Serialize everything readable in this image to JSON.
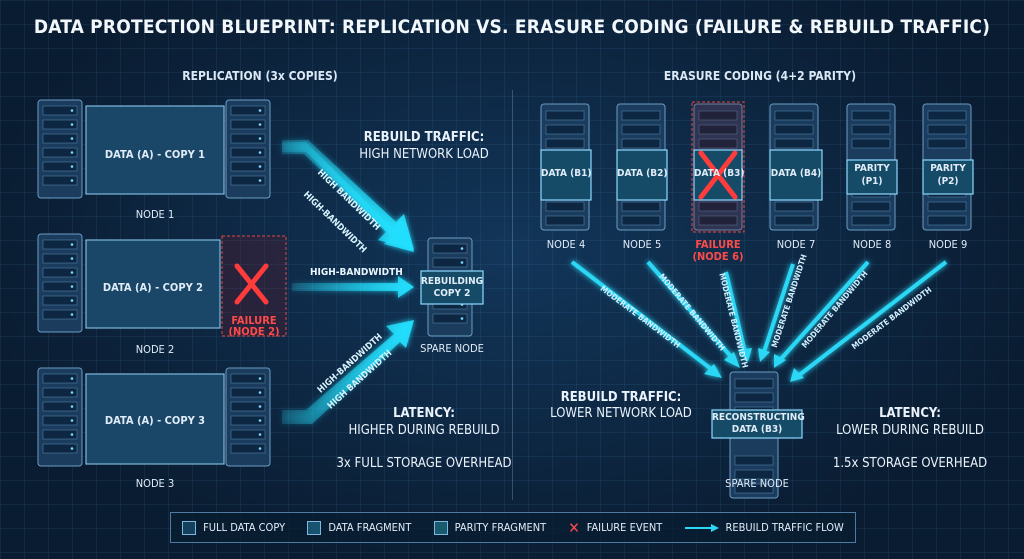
{
  "title": "DATA PROTECTION BLUEPRINT: REPLICATION VS. ERASURE CODING (FAILURE & REBUILD TRAFFIC)",
  "replication": {
    "heading": "REPLICATION (3x COPIES)",
    "rows": [
      {
        "data_label": "DATA (A) - COPY 1",
        "node_label": "NODE 1"
      },
      {
        "data_label": "DATA (A) - COPY 2",
        "node_label": "NODE 2",
        "failure_label": "FAILURE",
        "failure_sub": "(NODE 2)"
      },
      {
        "data_label": "DATA (A) - COPY 3",
        "node_label": "NODE 3"
      }
    ],
    "arrows": [
      "HIGH-BANDWIDTH",
      "HIGH-BANDWIDTH",
      "HIGH-BANDWIDTH",
      "HIGH BANDWIDTH",
      "HIGH-BANDWIDTH",
      "HIGH BANDWIDTH"
    ],
    "spare": {
      "box_line1": "REBUILDING",
      "box_line2": "COPY 2",
      "label": "SPARE NODE"
    },
    "rebuild_title": "REBUILD TRAFFIC:",
    "rebuild_value": "HIGH NETWORK LOAD",
    "latency_title": "LATENCY:",
    "latency_value": "HIGHER DURING REBUILD",
    "overhead": "3x FULL STORAGE OVERHEAD"
  },
  "erasure": {
    "heading": "ERASURE CODING (4+2 PARITY)",
    "nodes": [
      {
        "line1": "DATA (B1)",
        "line2": "",
        "node_label": "NODE 4"
      },
      {
        "line1": "DATA (B2)",
        "line2": "",
        "node_label": "NODE 5"
      },
      {
        "line1": "DATA (B3)",
        "line2": "",
        "node_label": "FAILURE",
        "node_sub": "(NODE 6)"
      },
      {
        "line1": "DATA (B4)",
        "line2": "",
        "node_label": "NODE 7"
      },
      {
        "line1": "PARITY",
        "line2": "(P1)",
        "node_label": "NODE 8"
      },
      {
        "line1": "PARITY",
        "line2": "(P2)",
        "node_label": "NODE 9"
      }
    ],
    "arrow_label": "MODERATE BANDWIDTH",
    "spare": {
      "box_line1": "RECONSTRUCTING",
      "box_line2": "DATA (B3)",
      "label": "SPARE NODE"
    },
    "rebuild_title": "REBUILD TRAFFIC:",
    "rebuild_value": "LOWER NETWORK LOAD",
    "latency_title": "LATENCY:",
    "latency_value": "LOWER DURING REBUILD",
    "overhead": "1.5x STORAGE OVERHEAD"
  },
  "legend": {
    "full_copy": "FULL DATA COPY",
    "fragment": "DATA FRAGMENT",
    "parity": "PARITY FRAGMENT",
    "failure": "FAILURE EVENT",
    "flow": "REBUILD TRAFFIC FLOW"
  }
}
